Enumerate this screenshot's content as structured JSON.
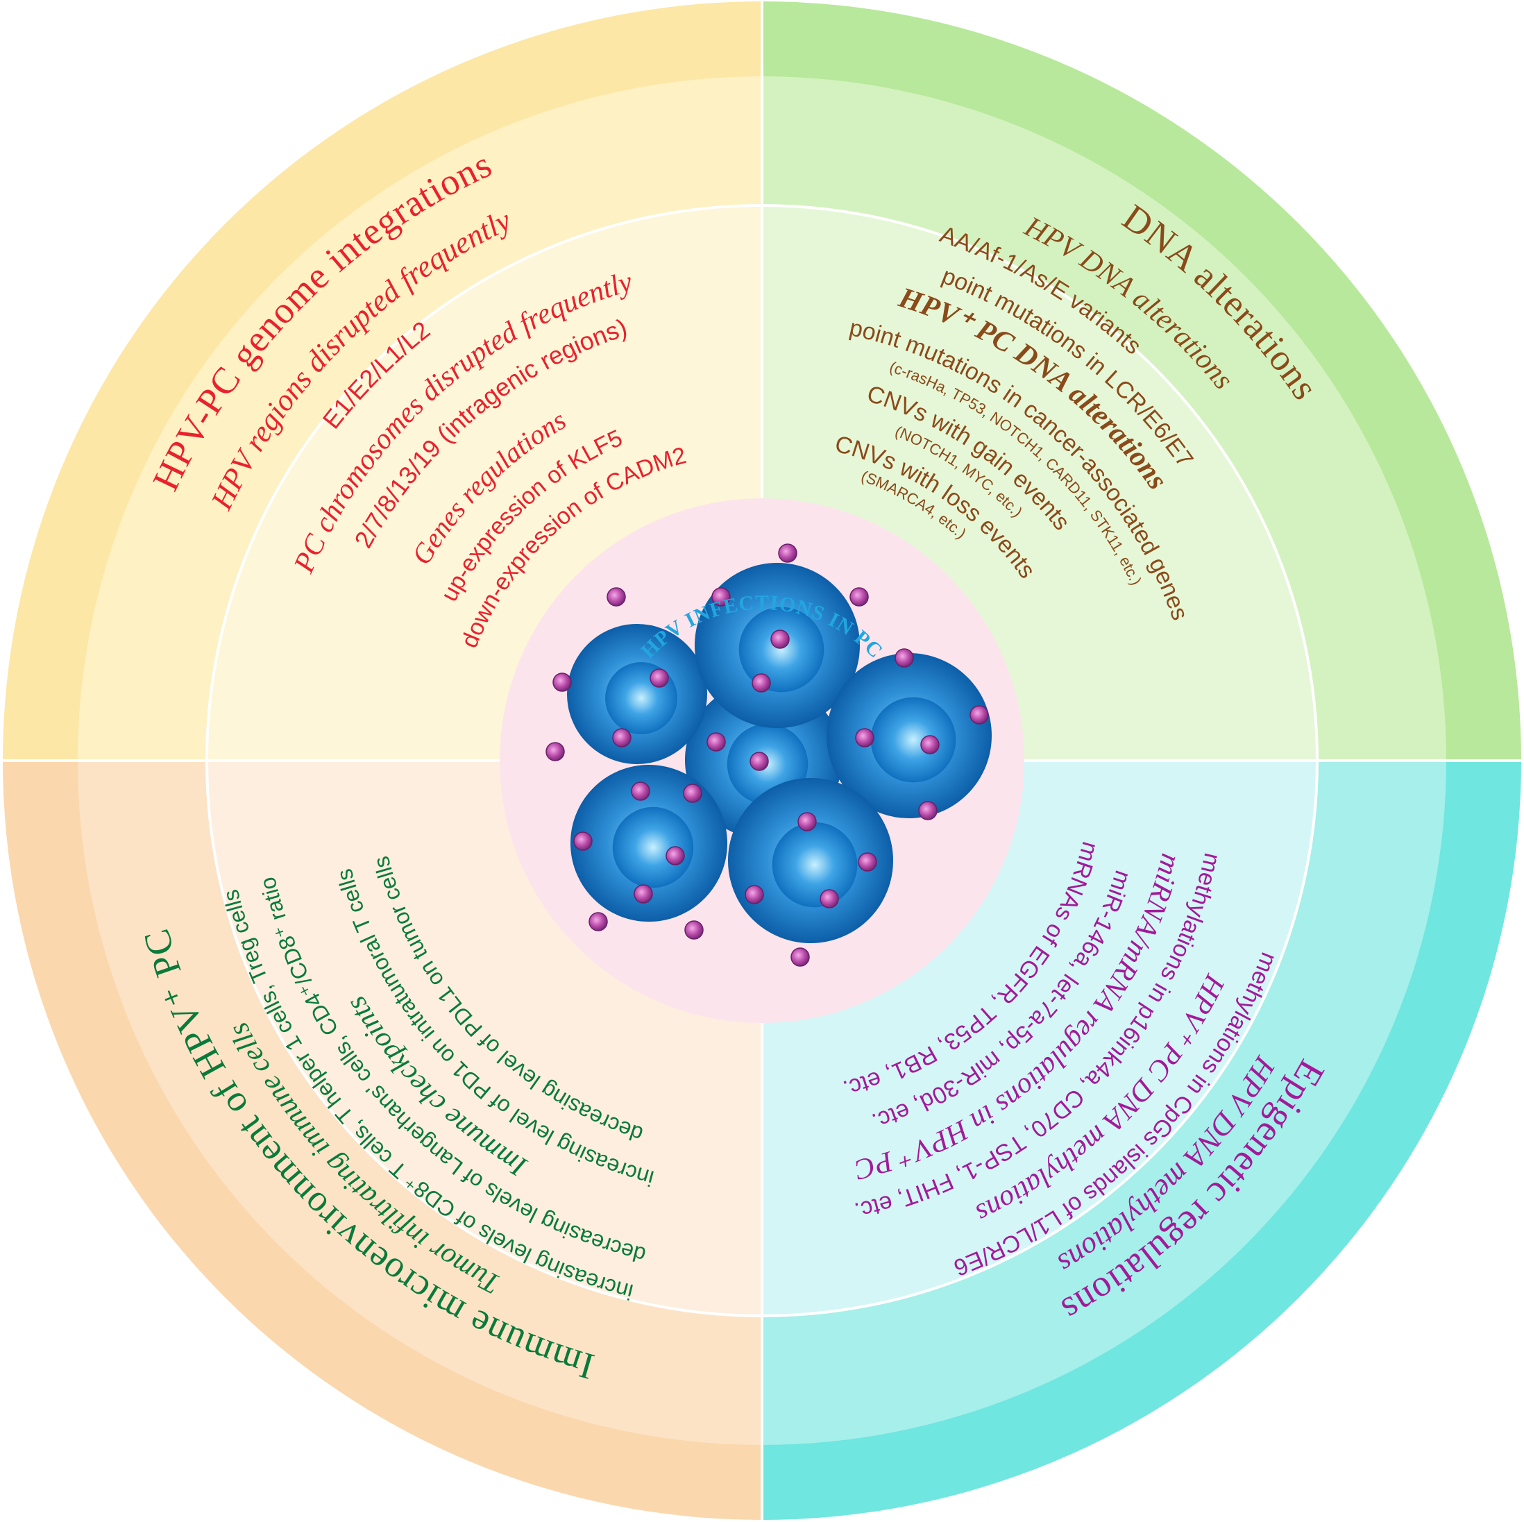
{
  "center": {
    "title": "HPV INFECTIONS IN PC"
  },
  "colors": {
    "q1_outer": "#fde7a6",
    "q1_inner": "#fdf6d9",
    "q2_outer": "#b8e89b",
    "q2_inner": "#e6f7d7",
    "q3_outer": "#6fe6df",
    "q3_inner": "#d4f6f6",
    "q4_outer": "#fbd7ad",
    "q4_inner": "#fdeedf",
    "center": "#fce4ec",
    "red": "#e8222d",
    "brown": "#8a4a1a",
    "purple": "#a21a9a",
    "green": "#0a7a3a",
    "blue_title": "#22a6e0"
  },
  "integrations": {
    "title": "HPV-PC genome integrations",
    "hpv_regions_heading": "HPV regions disrupted frequently",
    "hpv_regions": "E1/E2/L1/L2",
    "chromosomes_heading": "PC chromosomes disrupted frequently",
    "chromosomes": "2/7/8/13/19 (intragenic regions)",
    "genes_heading": "Genes regulations",
    "gene_up": "up-expression of KLF5",
    "gene_down": "down-expression of CADM2"
  },
  "dna": {
    "title": "DNA alterations",
    "hpv_heading": "HPV DNA alterations",
    "variants": "AA/Af-1/As/E variants",
    "point_lcr": "point mutations in LCR/E6/E7",
    "pc_heading": "HPV⁺ PC DNA alterations",
    "point_cancer": "point mutations in cancer-associated genes",
    "point_genes": "(c-rasHa, TP53, NOTCH1, CARD11, STK11, etc.)",
    "cnv_gain": "CNVs with gain events",
    "cnv_gain_genes": "(NOTCH1, MYC, etc.)",
    "cnv_loss": "CNVs with loss events",
    "cnv_loss_genes": "(SMARCA4, etc.)"
  },
  "epigenetic": {
    "title": "Epigenetic regulations",
    "hpv_meth_heading": "HPV DNA methylations",
    "hpv_meth": "methylations in CpGs islands of L1/LCR/E6",
    "pc_meth_heading": "HPV⁺ PC DNA methylations",
    "pc_meth": "methylations in p16ink4a, CD70, TSP-1, FHIT, etc.",
    "mirna_heading": "miRNA/mRNA regulations in HPV⁺ PC",
    "mirna": "miR-146a, let-7a-5p, miR-30d, etc.",
    "mrna": "mRNAs of EGFR, TP53, RB1, etc."
  },
  "immune": {
    "title": "Immune microenvironment of HPV⁺ PC",
    "infiltrating_heading": "Tumor infiltrating immune cells",
    "inf_1": "increasing levels of CD8⁺ T cells, T helper 1 cells,  Treg cells",
    "inf_2": "decreasing levels of Langerhans' cells, CD4⁺/CD8⁺ ratio",
    "checkpoints_heading": "Immune checkpoints",
    "cp_1": "increasing level of PD1 on intratumoral T cells",
    "cp_2": "decreasing level of PDL1 on tumor cells"
  }
}
